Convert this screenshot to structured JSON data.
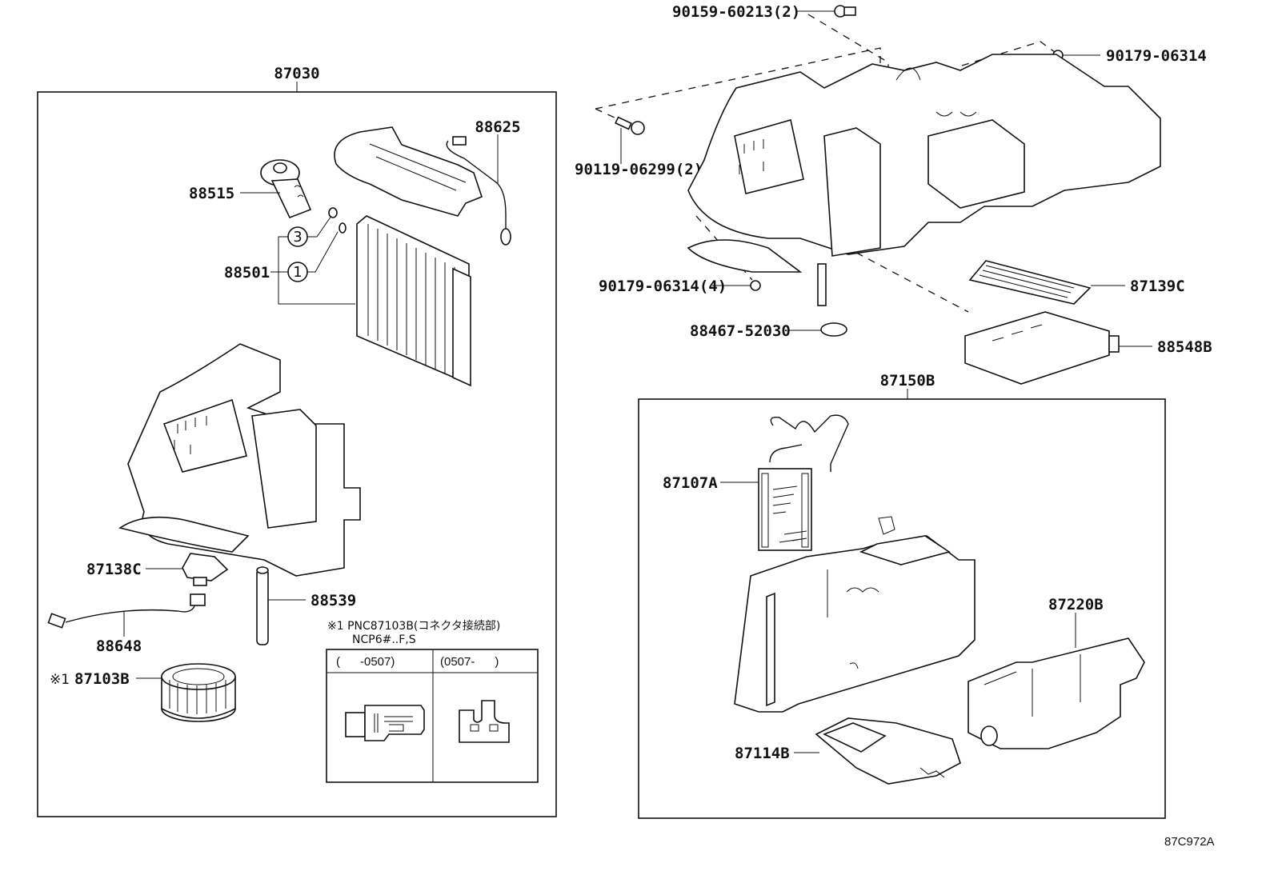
{
  "diagram": {
    "drawing_code": "87C972A",
    "left_assembly": {
      "label": "87030",
      "parts": {
        "p88515": "88515",
        "p88625": "88625",
        "p88501": "88501",
        "circle_3": "3",
        "circle_1": "1",
        "p87138C": "87138C",
        "p88539": "88539",
        "p88648": "88648",
        "p87103B_mark": "※1",
        "p87103B": "87103B"
      },
      "note": {
        "line1": "※1 PNC87103B(コネクタ接続部)",
        "line2": "NCP6#..F,S",
        "col1_header": "(      -0507)",
        "col2_header": "(0507-      )"
      }
    },
    "top_right": {
      "p90159": "90159-60213(2)",
      "p90179_top": "90179-06314",
      "p90119": "90119-06299(2)",
      "p90179_4": "90179-06314(4)",
      "p88467": "88467-52030",
      "p87139C": "87139C",
      "p88548B": "88548B"
    },
    "right_assembly": {
      "label": "87150B",
      "parts": {
        "p87107A": "87107A",
        "p87220B": "87220B",
        "p87114B": "87114B"
      }
    }
  }
}
